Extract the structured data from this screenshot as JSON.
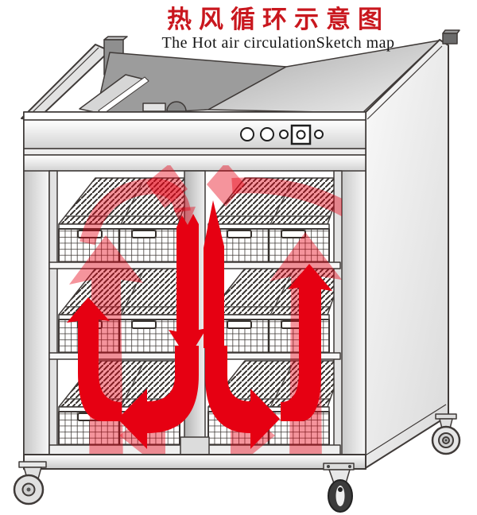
{
  "title": {
    "cn": "热风循环示意图",
    "en": "The Hot air circulationSketch map"
  },
  "colors": {
    "arrow_red": "#e60012",
    "title_red": "#c9171e",
    "line_dark": "#3f3a38"
  },
  "cabinet": {
    "type": "hot-air-circulation-disinfection-cabinet",
    "chambers": 2,
    "basket_rows_per_chamber": 3,
    "visible_casters": 3
  },
  "control_panel": {
    "indicators": [
      {
        "name": "lamp-1",
        "shape": "circle"
      },
      {
        "name": "lamp-2",
        "shape": "circle"
      },
      {
        "name": "lamp-small-1",
        "shape": "small-circle"
      },
      {
        "name": "main-switch",
        "shape": "square-button-with-circle"
      },
      {
        "name": "lamp-small-2",
        "shape": "small-circle"
      }
    ]
  },
  "airflow": {
    "color": "#e60012",
    "arrows": [
      {
        "name": "center-down-ribbon",
        "direction": "down",
        "style": "opaque"
      },
      {
        "name": "center-down-spike",
        "direction": "down",
        "style": "opaque"
      },
      {
        "name": "bottom-split-left",
        "direction": "left",
        "style": "opaque"
      },
      {
        "name": "bottom-split-right",
        "direction": "right",
        "style": "opaque"
      },
      {
        "name": "left-riser",
        "direction": "up",
        "style": "opaque"
      },
      {
        "name": "right-riser",
        "direction": "up",
        "style": "opaque"
      },
      {
        "name": "left-chamber-up",
        "direction": "up",
        "style": "translucent"
      },
      {
        "name": "right-chamber-up",
        "direction": "up",
        "style": "translucent"
      },
      {
        "name": "left-top-return",
        "direction": "into-center-top",
        "style": "translucent"
      },
      {
        "name": "right-top-return",
        "direction": "outward-down",
        "style": "translucent"
      },
      {
        "name": "left-top-head",
        "direction": "up",
        "style": "translucent"
      },
      {
        "name": "right-top-head",
        "direction": "up",
        "style": "translucent"
      },
      {
        "name": "bottom-left-spread",
        "direction": "left",
        "style": "translucent"
      },
      {
        "name": "bottom-right-spread",
        "direction": "right",
        "style": "translucent"
      }
    ]
  }
}
